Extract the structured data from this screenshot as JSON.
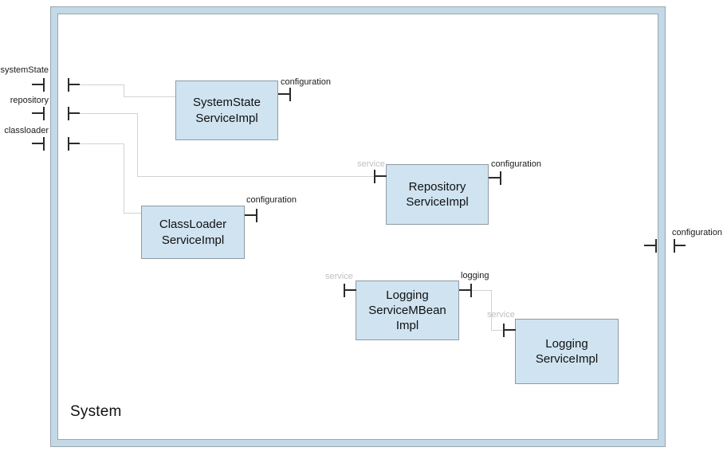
{
  "diagram": {
    "title": "System",
    "type": "uml-composite-structure",
    "colors": {
      "component_fill": "#cfe3f1",
      "component_stroke": "#8f9ba2",
      "boundary_band": "#c3d9e8",
      "boundary_stroke": "#9aa6ad",
      "connector": "#d2d2d2",
      "port_glyph": "#2b2b2b",
      "label_text": "#1a1a1a",
      "label_muted": "#c0c0c0"
    }
  },
  "external_ports": [
    {
      "name": "systemState",
      "label": "systemState"
    },
    {
      "name": "repository",
      "label": "repository"
    },
    {
      "name": "classloader",
      "label": "classloader"
    },
    {
      "name": "configuration-right",
      "label": "configuration"
    }
  ],
  "components": [
    {
      "id": "systemstate",
      "label": "SystemState\nServiceImpl",
      "ports": [
        {
          "name": "configuration",
          "label": "configuration",
          "kind": "provided"
        }
      ]
    },
    {
      "id": "repository",
      "label": "Repository\nServiceImpl",
      "ports": [
        {
          "name": "service",
          "label": "service",
          "kind": "required"
        },
        {
          "name": "configuration",
          "label": "configuration",
          "kind": "provided"
        }
      ]
    },
    {
      "id": "classloader",
      "label": "ClassLoader\nServiceImpl",
      "ports": [
        {
          "name": "configuration",
          "label": "configuration",
          "kind": "provided"
        }
      ]
    },
    {
      "id": "loggingmbean",
      "label": "Logging\nServiceMBean\nImpl",
      "ports": [
        {
          "name": "service",
          "label": "service",
          "kind": "required"
        },
        {
          "name": "logging",
          "label": "logging",
          "kind": "provided"
        }
      ]
    },
    {
      "id": "logging",
      "label": "Logging\nServiceImpl",
      "ports": [
        {
          "name": "service",
          "label": "service",
          "kind": "required"
        }
      ]
    }
  ]
}
